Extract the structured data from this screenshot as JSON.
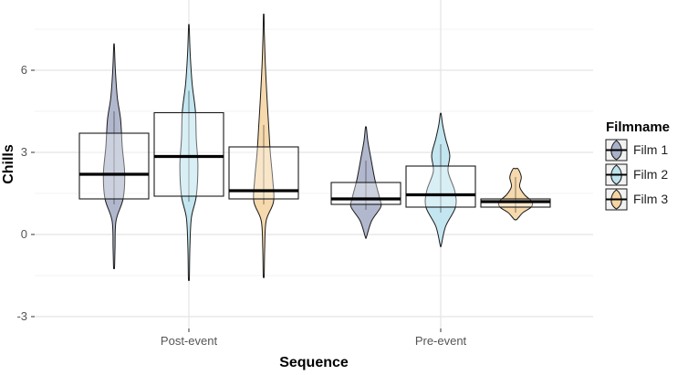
{
  "chart_data": {
    "type": "violin_box",
    "xlabel": "Sequence",
    "ylabel": "Chills",
    "categories": [
      "Post-event",
      "Pre-event"
    ],
    "ylim": [
      -3.6,
      8.0
    ],
    "yticks": [
      -3,
      0,
      3,
      6
    ],
    "grid": true,
    "legend": {
      "title": "Filmname",
      "position": "right",
      "entries": [
        "Film 1",
        "Film 2",
        "Film 3"
      ]
    },
    "series": [
      {
        "name": "Film 1",
        "color": "#a9b0c9",
        "groups": [
          {
            "category": "Post-event",
            "box": {
              "q1": 1.3,
              "median": 2.2,
              "q3": 3.7
            },
            "violin": [
              [
                -1.2,
                0.03
              ],
              [
                -0.5,
                0.06
              ],
              [
                0.5,
                0.12
              ],
              [
                1.3,
                0.55
              ],
              [
                2.2,
                0.65
              ],
              [
                3.2,
                0.5
              ],
              [
                4.2,
                0.4
              ],
              [
                5.0,
                0.2
              ],
              [
                6.0,
                0.08
              ],
              [
                6.9,
                0.02
              ]
            ]
          },
          {
            "category": "Pre-event",
            "box": {
              "q1": 1.1,
              "median": 1.3,
              "q3": 1.9
            },
            "violin": [
              [
                -0.1,
                0.03
              ],
              [
                0.5,
                0.35
              ],
              [
                1.0,
                0.9
              ],
              [
                1.3,
                0.85
              ],
              [
                2.0,
                0.55
              ],
              [
                2.8,
                0.3
              ],
              [
                3.4,
                0.12
              ],
              [
                3.9,
                0.03
              ]
            ]
          }
        ]
      },
      {
        "name": "Film 2",
        "color": "#bde3ee",
        "groups": [
          {
            "category": "Post-event",
            "box": {
              "q1": 1.4,
              "median": 2.85,
              "q3": 4.45
            },
            "violin": [
              [
                -1.6,
                0.03
              ],
              [
                -0.5,
                0.06
              ],
              [
                0.6,
                0.15
              ],
              [
                1.4,
                0.45
              ],
              [
                2.5,
                0.55
              ],
              [
                3.5,
                0.45
              ],
              [
                4.5,
                0.4
              ],
              [
                5.5,
                0.2
              ],
              [
                6.6,
                0.08
              ],
              [
                7.6,
                0.02
              ]
            ]
          },
          {
            "category": "Pre-event",
            "box": {
              "q1": 1.0,
              "median": 1.45,
              "q3": 2.5
            },
            "violin": [
              [
                -0.4,
                0.03
              ],
              [
                0.3,
                0.3
              ],
              [
                1.0,
                0.9
              ],
              [
                1.6,
                0.85
              ],
              [
                2.3,
                0.45
              ],
              [
                2.9,
                0.55
              ],
              [
                3.5,
                0.3
              ],
              [
                4.0,
                0.12
              ],
              [
                4.4,
                0.03
              ]
            ]
          }
        ]
      },
      {
        "name": "Film 3",
        "color": "#f5d5a4",
        "groups": [
          {
            "category": "Post-event",
            "box": {
              "q1": 1.3,
              "median": 1.6,
              "q3": 3.2
            },
            "violin": [
              [
                -1.5,
                0.03
              ],
              [
                -0.5,
                0.06
              ],
              [
                0.5,
                0.15
              ],
              [
                1.2,
                0.6
              ],
              [
                2.0,
                0.55
              ],
              [
                3.0,
                0.4
              ],
              [
                4.0,
                0.3
              ],
              [
                5.0,
                0.2
              ],
              [
                6.2,
                0.1
              ],
              [
                7.3,
                0.04
              ],
              [
                8.0,
                0.02
              ]
            ]
          },
          {
            "category": "Pre-event",
            "box": {
              "q1": 1.0,
              "median": 1.2,
              "q3": 1.3
            },
            "violin": [
              [
                0.55,
                0.08
              ],
              [
                0.8,
                0.45
              ],
              [
                1.0,
                0.95
              ],
              [
                1.2,
                1.0
              ],
              [
                1.45,
                0.55
              ],
              [
                1.75,
                0.25
              ],
              [
                2.1,
                0.35
              ],
              [
                2.4,
                0.15
              ]
            ]
          }
        ]
      }
    ]
  }
}
